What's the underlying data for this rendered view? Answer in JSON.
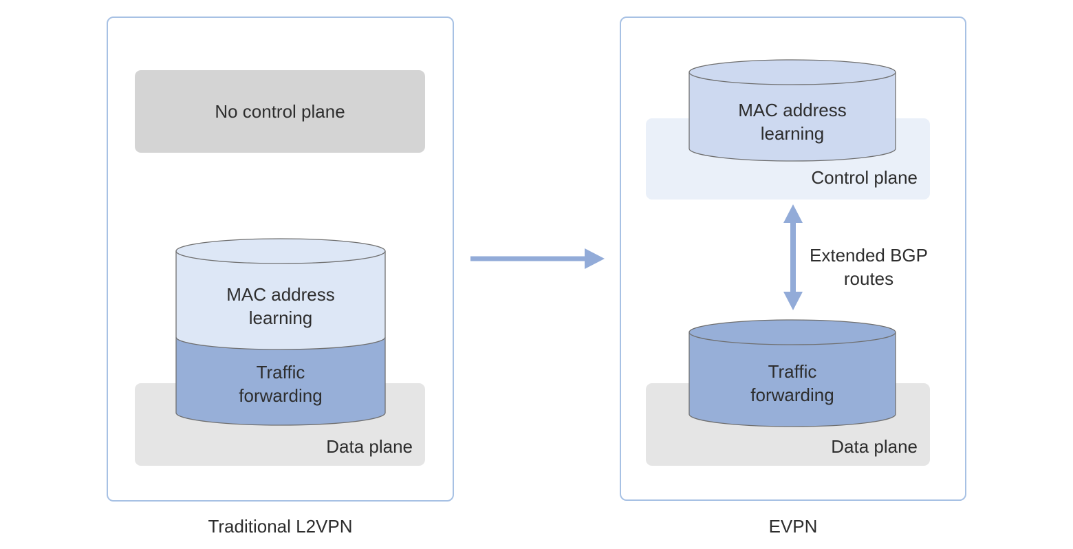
{
  "left_panel": {
    "caption": "Traditional L2VPN",
    "no_control_plane_label": "No control plane",
    "cylinder": {
      "mac_line1": "MAC address",
      "mac_line2": "learning",
      "traffic_line1": "Traffic",
      "traffic_line2": "forwarding"
    },
    "data_plane_label": "Data plane"
  },
  "right_panel": {
    "caption": "EVPN",
    "control_plane_label": "Control plane",
    "mac_cylinder": {
      "line1": "MAC address",
      "line2": "learning"
    },
    "traffic_cylinder": {
      "line1": "Traffic",
      "line2": "forwarding"
    },
    "data_plane_label": "Data plane",
    "bgp_arrow_label": {
      "line1": "Extended BGP",
      "line2": "routes"
    }
  },
  "colors": {
    "panel_border": "#a7c1e4",
    "no_control_plane_box": "#d4d4d4",
    "data_plane_box": "#e5e5e5",
    "control_plane_box": "#eaf0f9",
    "cylinder_light_blue": "#dde7f6",
    "cylinder_mid_blue": "#cdd9f0",
    "cylinder_dark_blue": "#97afd8",
    "cylinder_outline": "#6f6f6f",
    "arrow": "#92abd8",
    "text": "#2d2d2d"
  }
}
